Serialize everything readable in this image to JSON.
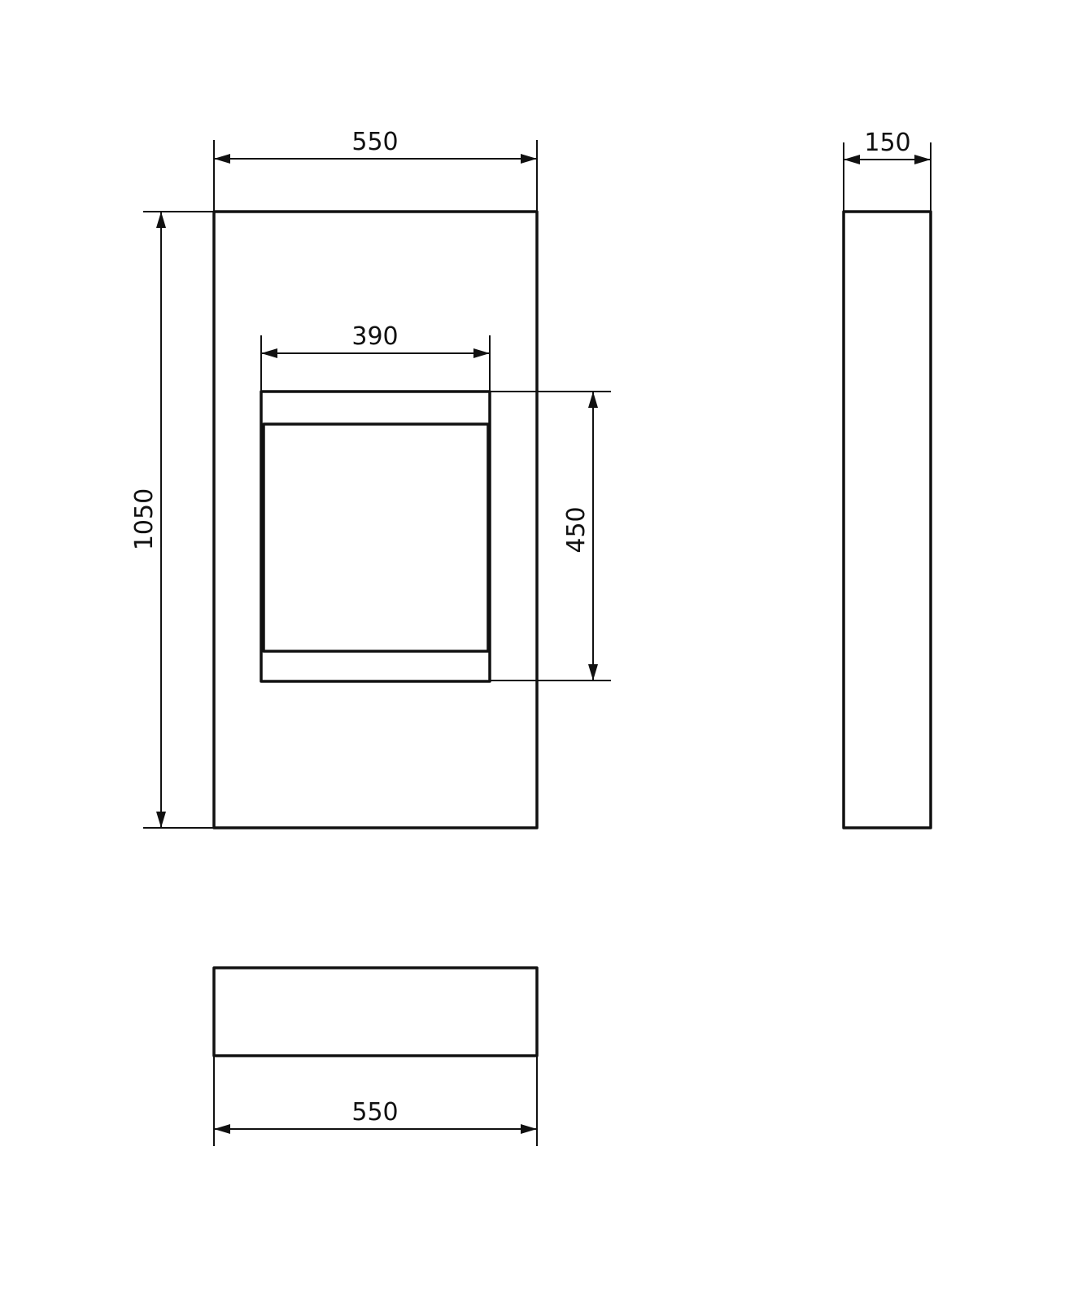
{
  "drawing": {
    "line_color": "#111111",
    "background": "#ffffff",
    "views": {
      "front": {
        "outer_width_label": "550",
        "outer_height_label": "1050",
        "opening_width_label": "390",
        "opening_height_label": "450"
      },
      "side": {
        "depth_label": "150"
      },
      "top": {
        "width_label": "550"
      }
    }
  }
}
